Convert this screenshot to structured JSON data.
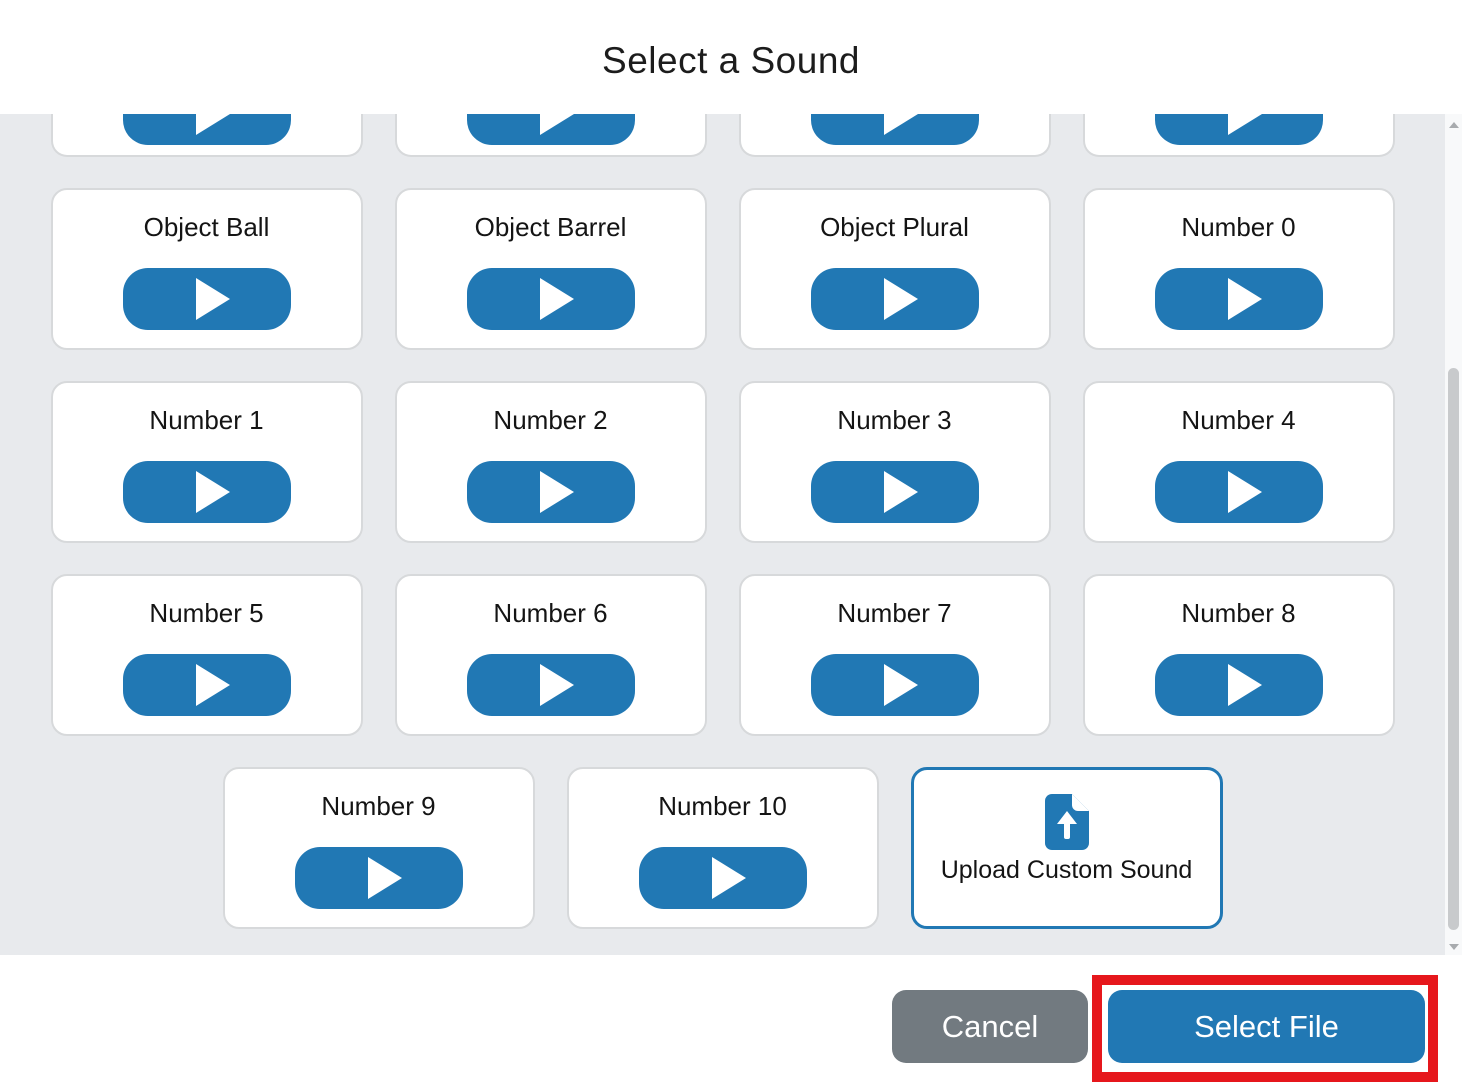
{
  "header": {
    "title": "Select a Sound"
  },
  "sound_grid": {
    "partial_top_row_count": 4,
    "rows": [
      [
        "Object Ball",
        "Object Barrel",
        "Object Plural",
        "Number 0"
      ],
      [
        "Number 1",
        "Number 2",
        "Number 3",
        "Number 4"
      ],
      [
        "Number 5",
        "Number 6",
        "Number 7",
        "Number 8"
      ],
      [
        "Number 9",
        "Number 10"
      ]
    ],
    "play_icon": "play-triangle",
    "upload_card": {
      "label": "Upload Custom Sound",
      "icon": "file-upload-icon"
    }
  },
  "footer": {
    "cancel_label": "Cancel",
    "select_file_label": "Select File"
  },
  "annotation": {
    "shape": "red-highlight-box",
    "target": "select-file-button",
    "color": "#e6171c"
  },
  "colors": {
    "accent_blue": "#2178b4",
    "grid_background": "#e8eaed",
    "card_border": "#d7d9db",
    "cancel_gray": "#727a80",
    "annotation_red": "#e6171c"
  },
  "scrollbar": {
    "orientation": "vertical"
  }
}
